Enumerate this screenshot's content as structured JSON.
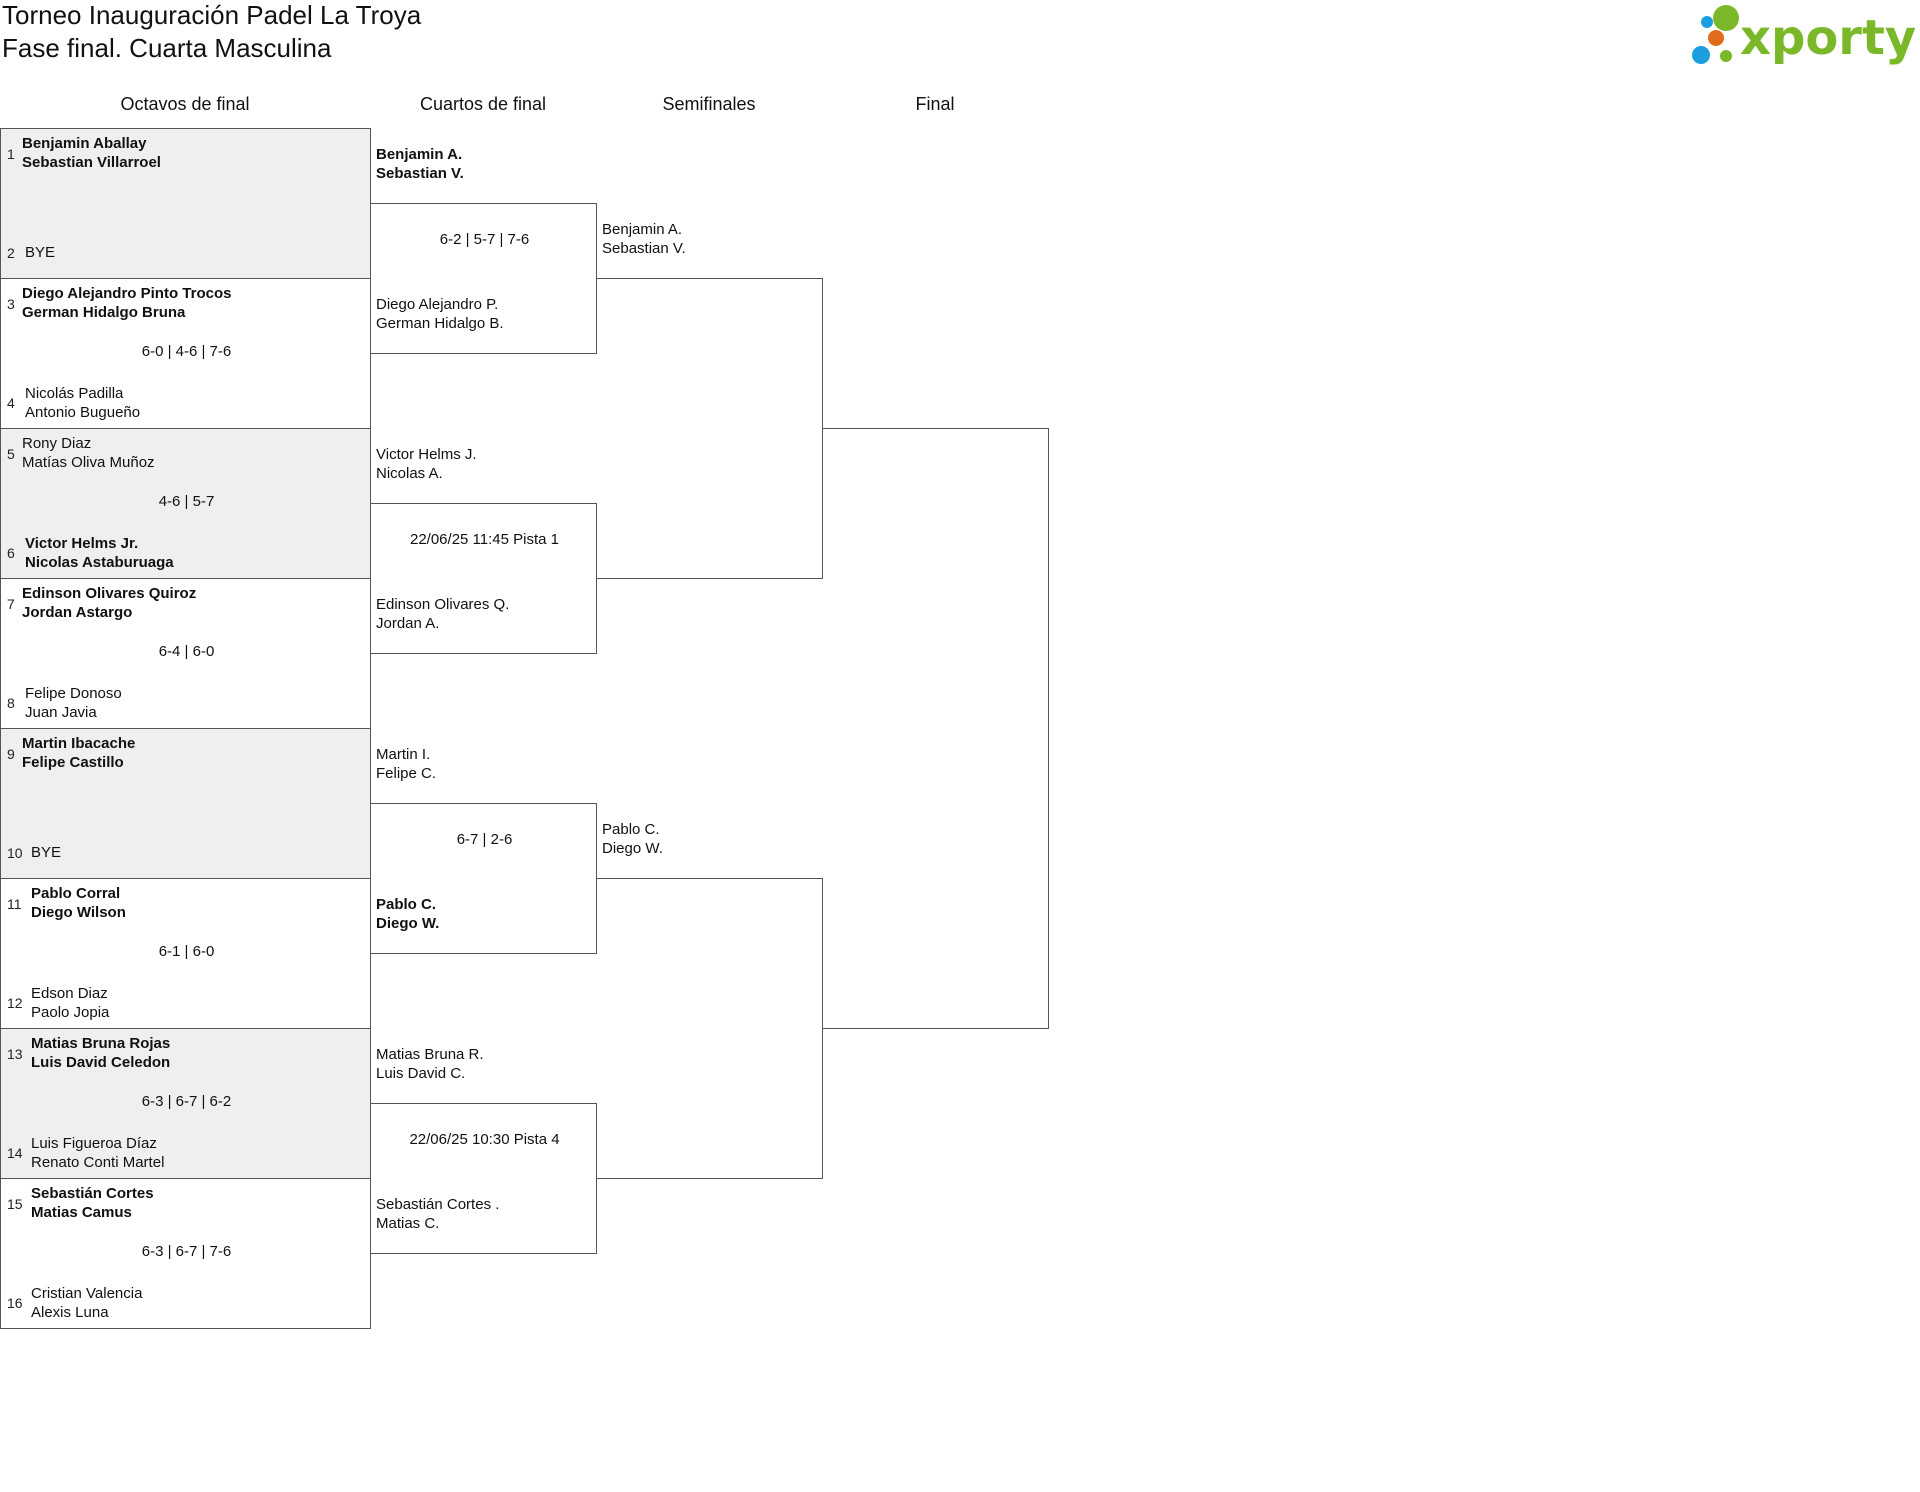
{
  "header": {
    "title_line1": "Torneo Inauguración Padel La Troya",
    "title_line2": "Fase final. Cuarta Masculina",
    "logo_text": "xporty"
  },
  "rounds": [
    "Octavos de final",
    "Cuartos de final",
    "Semifinales",
    "Final"
  ],
  "round_of_16": [
    {
      "seed_a": "1",
      "team_a": [
        "Benjamin Aballay",
        "Sebastian Villarroel"
      ],
      "a_win": true,
      "seed_b": "2",
      "team_b": [
        "BYE",
        ""
      ],
      "b_win": false,
      "score": ""
    },
    {
      "seed_a": "3",
      "team_a": [
        "Diego Alejandro Pinto Trocos",
        "German Hidalgo Bruna"
      ],
      "a_win": true,
      "seed_b": "4",
      "team_b": [
        "Nicolás Padilla",
        "Antonio Bugueño"
      ],
      "b_win": false,
      "score": "6-0 | 4-6 | 7-6"
    },
    {
      "seed_a": "5",
      "team_a": [
        "Rony Diaz",
        "Matías Oliva Muñoz"
      ],
      "a_win": false,
      "seed_b": "6",
      "team_b": [
        "Victor Helms Jr.",
        "Nicolas Astaburuaga"
      ],
      "b_win": true,
      "score": "4-6 | 5-7"
    },
    {
      "seed_a": "7",
      "team_a": [
        "Edinson Olivares Quiroz",
        "Jordan Astargo"
      ],
      "a_win": true,
      "seed_b": "8",
      "team_b": [
        "Felipe Donoso",
        "Juan Javia"
      ],
      "b_win": false,
      "score": "6-4 | 6-0"
    },
    {
      "seed_a": "9",
      "team_a": [
        "Martin Ibacache",
        "Felipe Castillo"
      ],
      "a_win": true,
      "seed_b": "10",
      "team_b": [
        "BYE",
        ""
      ],
      "b_win": false,
      "score": ""
    },
    {
      "seed_a": "11",
      "team_a": [
        "Pablo Corral",
        "Diego Wilson"
      ],
      "a_win": true,
      "seed_b": "12",
      "team_b": [
        "Edson Diaz",
        "Paolo Jopia"
      ],
      "b_win": false,
      "score": "6-1 | 6-0"
    },
    {
      "seed_a": "13",
      "team_a": [
        "Matias Bruna Rojas",
        "Luis David Celedon"
      ],
      "a_win": true,
      "seed_b": "14",
      "team_b": [
        "Luis Figueroa Díaz",
        "Renato Conti Martel"
      ],
      "b_win": false,
      "score": "6-3 | 6-7 | 6-2"
    },
    {
      "seed_a": "15",
      "team_a": [
        "Sebastián Cortes",
        "Matias Camus"
      ],
      "a_win": true,
      "seed_b": "16",
      "team_b": [
        "Cristian Valencia",
        "Alexis Luna"
      ],
      "b_win": false,
      "score": "6-3 | 6-7 | 7-6"
    }
  ],
  "quarterfinals": [
    {
      "team_a": [
        "Benjamin A.",
        "Sebastian V."
      ],
      "a_win": true,
      "team_b": [
        "Diego Alejandro P.",
        "German Hidalgo B."
      ],
      "b_win": false,
      "info": "6-2 | 5-7 | 7-6"
    },
    {
      "team_a": [
        "Victor Helms J.",
        "Nicolas A."
      ],
      "a_win": false,
      "team_b": [
        "Edinson Olivares Q.",
        "Jordan A."
      ],
      "b_win": false,
      "info": "22/06/25 11:45 Pista 1"
    },
    {
      "team_a": [
        "Martin I.",
        "Felipe C."
      ],
      "a_win": false,
      "team_b": [
        "Pablo C.",
        "Diego W."
      ],
      "b_win": true,
      "info": "6-7 | 2-6"
    },
    {
      "team_a": [
        "Matias Bruna R.",
        "Luis David C."
      ],
      "a_win": false,
      "team_b": [
        "Sebastián Cortes .",
        "Matias C."
      ],
      "b_win": false,
      "info": "22/06/25 10:30 Pista 4"
    }
  ],
  "semifinals": [
    {
      "team_a": [
        "Benjamin A.",
        "Sebastian V."
      ],
      "team_b": [
        "",
        ""
      ]
    },
    {
      "team_a": [
        "Pablo C.",
        "Diego W."
      ],
      "team_b": [
        "",
        ""
      ]
    }
  ]
}
